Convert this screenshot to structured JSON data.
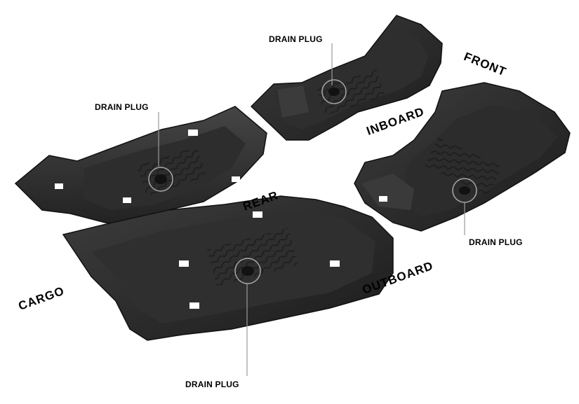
{
  "labels": {
    "drain_plug_top": "DRAIN PLUG",
    "drain_plug_left": "DRAIN PLUG",
    "drain_plug_right": "DRAIN PLUG",
    "drain_plug_bottom": "DRAIN PLUG",
    "front": "FRONT",
    "inboard": "INBOARD",
    "rear": "REAR",
    "outboard": "OUTBOARD",
    "cargo": "CARGO"
  },
  "colors": {
    "mat_dark": "#1e1e1e",
    "mat_mid": "#2b2b2b",
    "mat_light": "#3a3a3a",
    "callout_line": "#9a9a9a",
    "text": "#000000"
  }
}
